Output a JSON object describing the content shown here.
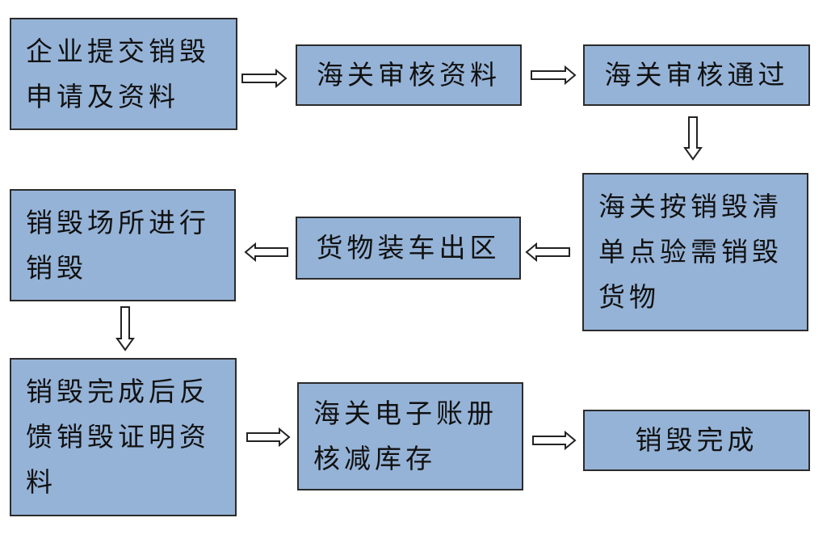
{
  "steps": {
    "submit": "企业提交销毁申请及资料",
    "review": "海关审核资料",
    "approved": "海关审核通过",
    "inspect": "海关按销毁清单点验需销毁货物",
    "load": "货物装车出区",
    "destroy": "销毁场所进行销毁",
    "feedback": "销毁完成后反馈销毁证明资料",
    "ledger": "海关电子账册核减库存",
    "done": "销毁完成"
  },
  "colors": {
    "box_fill": "#95b3d7",
    "box_border": "#2b2b2b",
    "arrow_fill": "#ffffff"
  }
}
